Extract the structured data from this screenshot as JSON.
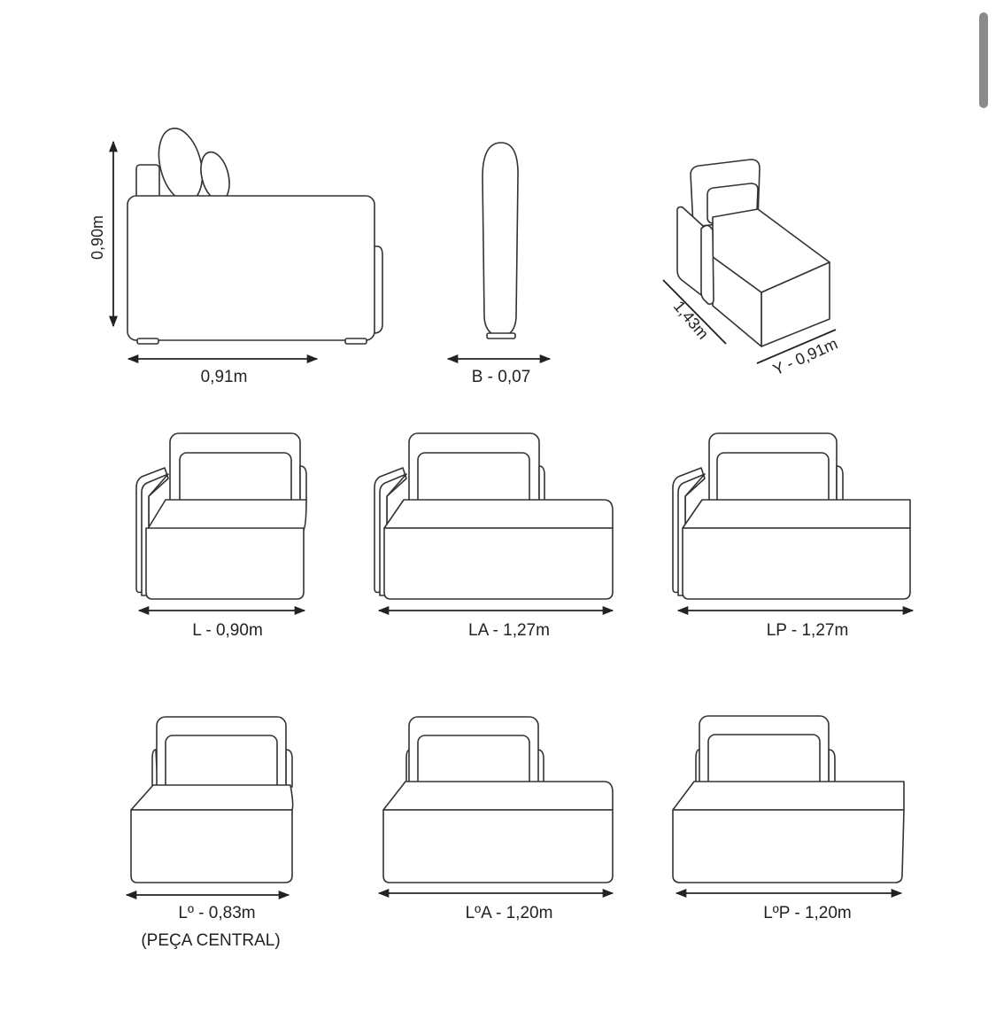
{
  "views": {
    "side_height": "0,90m",
    "side_width": "0,91m",
    "back_thickness": "B - 0,07",
    "iso_depth": "1,43m",
    "iso_width": "Y - 0,91m"
  },
  "modules": [
    {
      "id": "l",
      "label": "L - 0,90m"
    },
    {
      "id": "la",
      "label": "LA - 1,27m"
    },
    {
      "id": "lp",
      "label": "LP - 1,27m"
    },
    {
      "id": "lo",
      "label": "Lº - 0,83m",
      "note": "(PEÇA CENTRAL)"
    },
    {
      "id": "loa",
      "label": "LºA - 1,20m"
    },
    {
      "id": "lop",
      "label": "LºP - 1,20m"
    }
  ]
}
